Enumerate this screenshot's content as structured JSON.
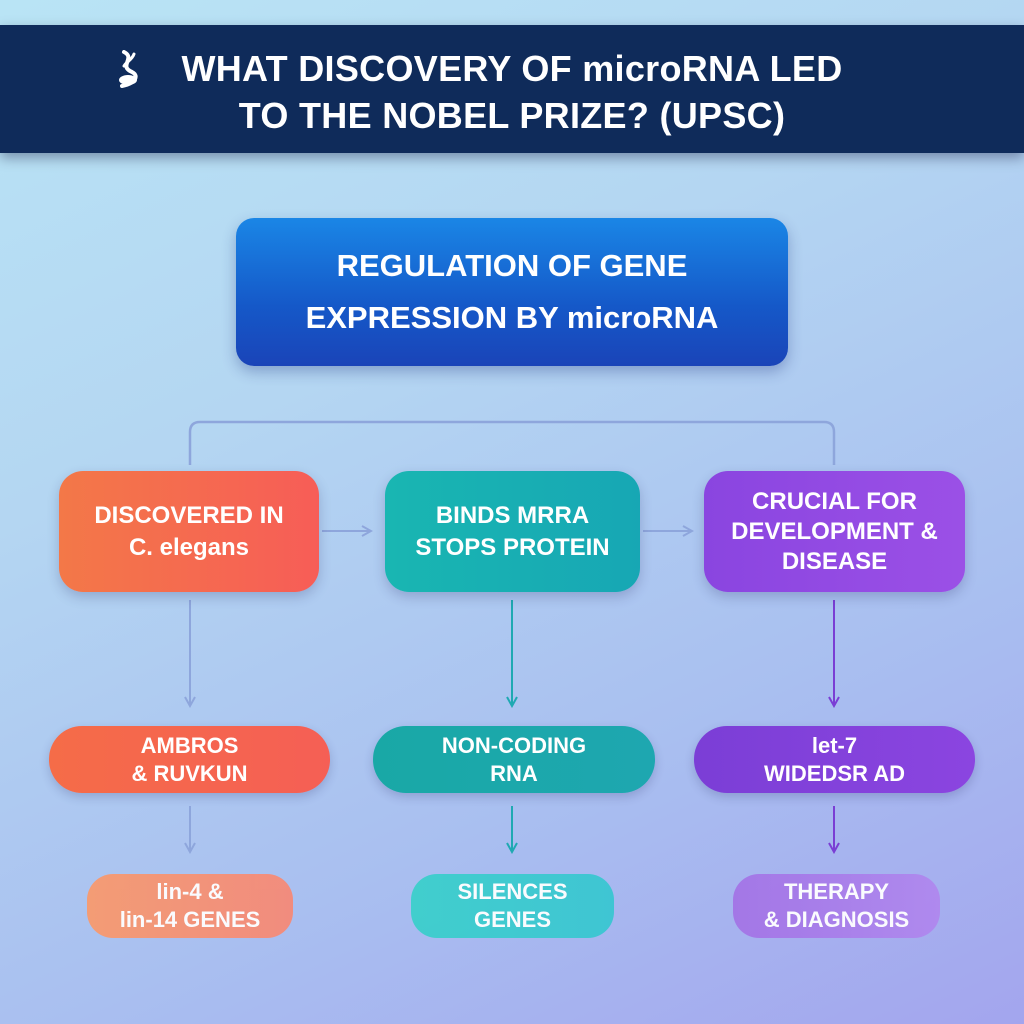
{
  "header": {
    "title_line1": "WHAT DISCOVERY OF microRNA LED",
    "title_line2": "TO THE NOBEL PRIZE? (UPSC)",
    "icon": "dna-helix-icon"
  },
  "main_box": {
    "line1": "REGULATION OF GENE",
    "line2": "EXPRESSION BY microRNA"
  },
  "columns": [
    {
      "top": [
        "DISCOVERED IN",
        "C. elegans"
      ],
      "middle": [
        "AMBROS",
        "& RUVKUN"
      ],
      "bottom": [
        "lin-4 &",
        "lin-14 GENES"
      ],
      "color": "#f5684f"
    },
    {
      "top": [
        "BINDS MRRA",
        "STOPS PROTEIN"
      ],
      "middle": [
        "NON-CODING",
        "RNA"
      ],
      "bottom": [
        "SILENCES",
        "GENES"
      ],
      "color": "#18b0b2"
    },
    {
      "top": [
        "CRUCIAL FOR",
        "DEVELOPMENT &",
        "DISEASE"
      ],
      "middle": [
        "let-7",
        "WIDEDSR AD"
      ],
      "bottom": [
        "THERAPY",
        "& DIAGNOSIS"
      ],
      "color": "#8a45e0"
    }
  ],
  "colors": {
    "banner": "#0f2b5a",
    "main_box": "#1558c8",
    "connector_orange": "#8fa8e0",
    "connector_teal": "#1fa9b2",
    "connector_purple": "#7a3ed4"
  }
}
